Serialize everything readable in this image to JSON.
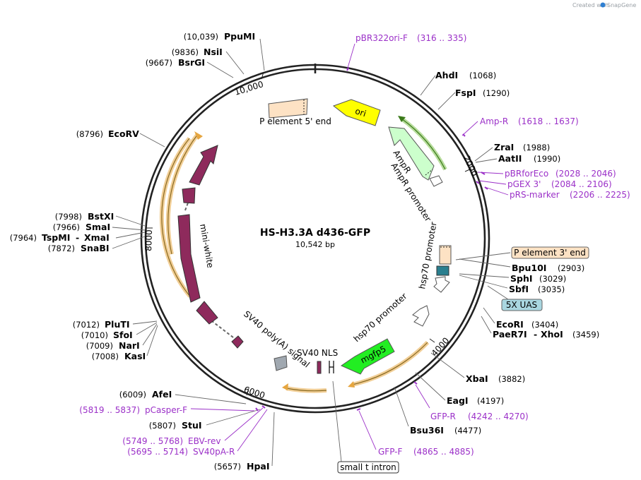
{
  "credit": {
    "prefix": "Created with",
    "brand": "SnapGene"
  },
  "plasmid": {
    "name": "HS-H3.3A d436-GFP",
    "size": "10,542 bp"
  },
  "ticks": [
    "10,000",
    "2000",
    "4000",
    "6000",
    "8000"
  ],
  "enzymes": [
    {
      "name": "PpuMI",
      "pos": "(10,039)"
    },
    {
      "name": "NsiI",
      "pos": "(9836)"
    },
    {
      "name": "BsrGI",
      "pos": "(9667)"
    },
    {
      "name": "EcoRV",
      "pos": "(8796)"
    },
    {
      "name": "BstXI",
      "pos": "(7998)"
    },
    {
      "name": "SmaI",
      "pos": "(7966)"
    },
    {
      "name": "TspMI",
      "name2": "XmaI",
      "pos": "(7964)"
    },
    {
      "name": "SnaBI",
      "pos": "(7872)"
    },
    {
      "name": "PluTI",
      "pos": "(7012)"
    },
    {
      "name": "SfoI",
      "pos": "(7010)"
    },
    {
      "name": "NarI",
      "pos": "(7009)"
    },
    {
      "name": "KasI",
      "pos": "(7008)"
    },
    {
      "name": "AfeI",
      "pos": "(6009)"
    },
    {
      "name": "StuI",
      "pos": "(5807)"
    },
    {
      "name": "HpaI",
      "pos": "(5657)"
    },
    {
      "name": "AhdI",
      "pos": "(1068)"
    },
    {
      "name": "FspI",
      "pos": "(1290)"
    },
    {
      "name": "ZraI",
      "pos": "(1988)"
    },
    {
      "name": "AatII",
      "pos": "(1990)"
    },
    {
      "name": "Bpu10I",
      "pos": "(2903)"
    },
    {
      "name": "SphI",
      "pos": "(3029)"
    },
    {
      "name": "SbfI",
      "pos": "(3035)"
    },
    {
      "name": "EcoRI",
      "pos": "(3404)"
    },
    {
      "name": "PaeR7I",
      "name2": "XhoI",
      "pos": "(3459)"
    },
    {
      "name": "XbaI",
      "pos": "(3882)"
    },
    {
      "name": "EagI",
      "pos": "(4197)"
    },
    {
      "name": "Bsu36I",
      "pos": "(4477)"
    }
  ],
  "primers": [
    {
      "name": "pBR322ori-F",
      "range": "(316 .. 335)"
    },
    {
      "name": "Amp-R",
      "range": "(1618 .. 1637)"
    },
    {
      "name": "pBRforEco",
      "range": "(2028 .. 2046)"
    },
    {
      "name": "pGEX 3'",
      "range": "(2084 .. 2106)"
    },
    {
      "name": "pRS-marker",
      "range": "(2206 .. 2225)"
    },
    {
      "name": "GFP-R",
      "range": "(4242 .. 4270)"
    },
    {
      "name": "GFP-F",
      "range": "(4865 .. 4885)"
    },
    {
      "name": "pCasper-F",
      "range": "(5819 .. 5837)"
    },
    {
      "name": "EBV-rev",
      "range": "(5749 .. 5768)"
    },
    {
      "name": "SV40pA-R",
      "range": "(5695 .. 5714)"
    }
  ],
  "features": {
    "ori": "ori",
    "p_element_5": "P element 5' end",
    "ampr": "AmpR",
    "ampr_promoter": "AmpR promoter",
    "hsp70_promoter_1": "hsp70 promoter",
    "hsp70_promoter_2": "hsp70 promoter",
    "mgfp5": "mgfp5",
    "sv40_nls": "SV40 NLS",
    "sv40_polya": "SV40 poly(A) signal",
    "mini_white": "mini-white",
    "p_element_3": "P element 3' end",
    "uas": "5X UAS",
    "small_t_intron": "small t intron"
  },
  "colors": {
    "backbone": "#222222",
    "ori": "#ffff00",
    "ampr": "#ccffcc",
    "mgfp5": "#22ee22",
    "mini_white": "#8e2a5c",
    "p_element": "#fde2c4",
    "uas": "#a9d6e0",
    "orf_arc": "#e6a640",
    "primer": "#9b30c8",
    "teal": "#2a7f8f",
    "gray": "#a0a8b0"
  }
}
